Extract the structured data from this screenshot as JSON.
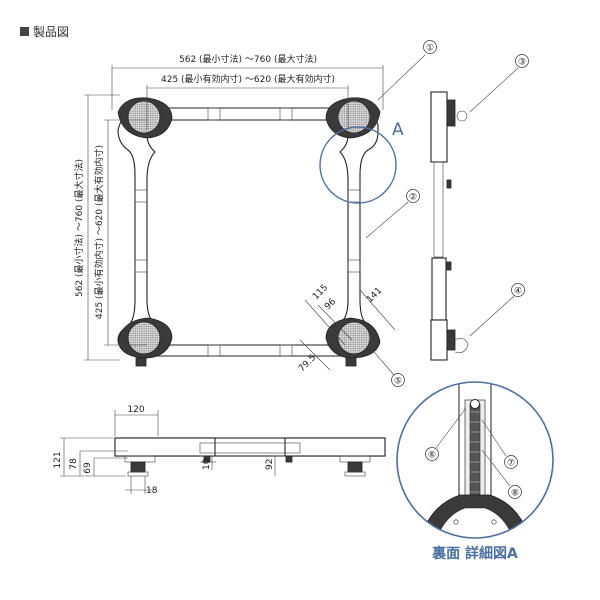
{
  "title": "製品図",
  "dims": {
    "outer_w": "562 (最小寸法) ～760 (最大寸法)",
    "inner_w": "425 (最小有効内寸) ～620 (最大有効内寸)",
    "outer_h": "562 (最小寸法) ～760 (最大寸法)",
    "inner_h": "425 (最小有効内寸) ～620 (最大有効内寸)",
    "d115": "115",
    "d96": "96",
    "d141": "141",
    "d795": "79.5",
    "d120": "120",
    "d121": "121",
    "d78": "78",
    "d69": "69",
    "d18": "18",
    "d10": "10",
    "d92": "92"
  },
  "callouts": [
    "①",
    "②",
    "③",
    "④",
    "⑤",
    "⑥",
    "⑦",
    "⑧"
  ],
  "detail_marker": "A",
  "detail_caption": "裏面 詳細図A",
  "colors": {
    "accent": "#4a6fa5",
    "line": "#222222",
    "dark": "#3a3a3a"
  }
}
